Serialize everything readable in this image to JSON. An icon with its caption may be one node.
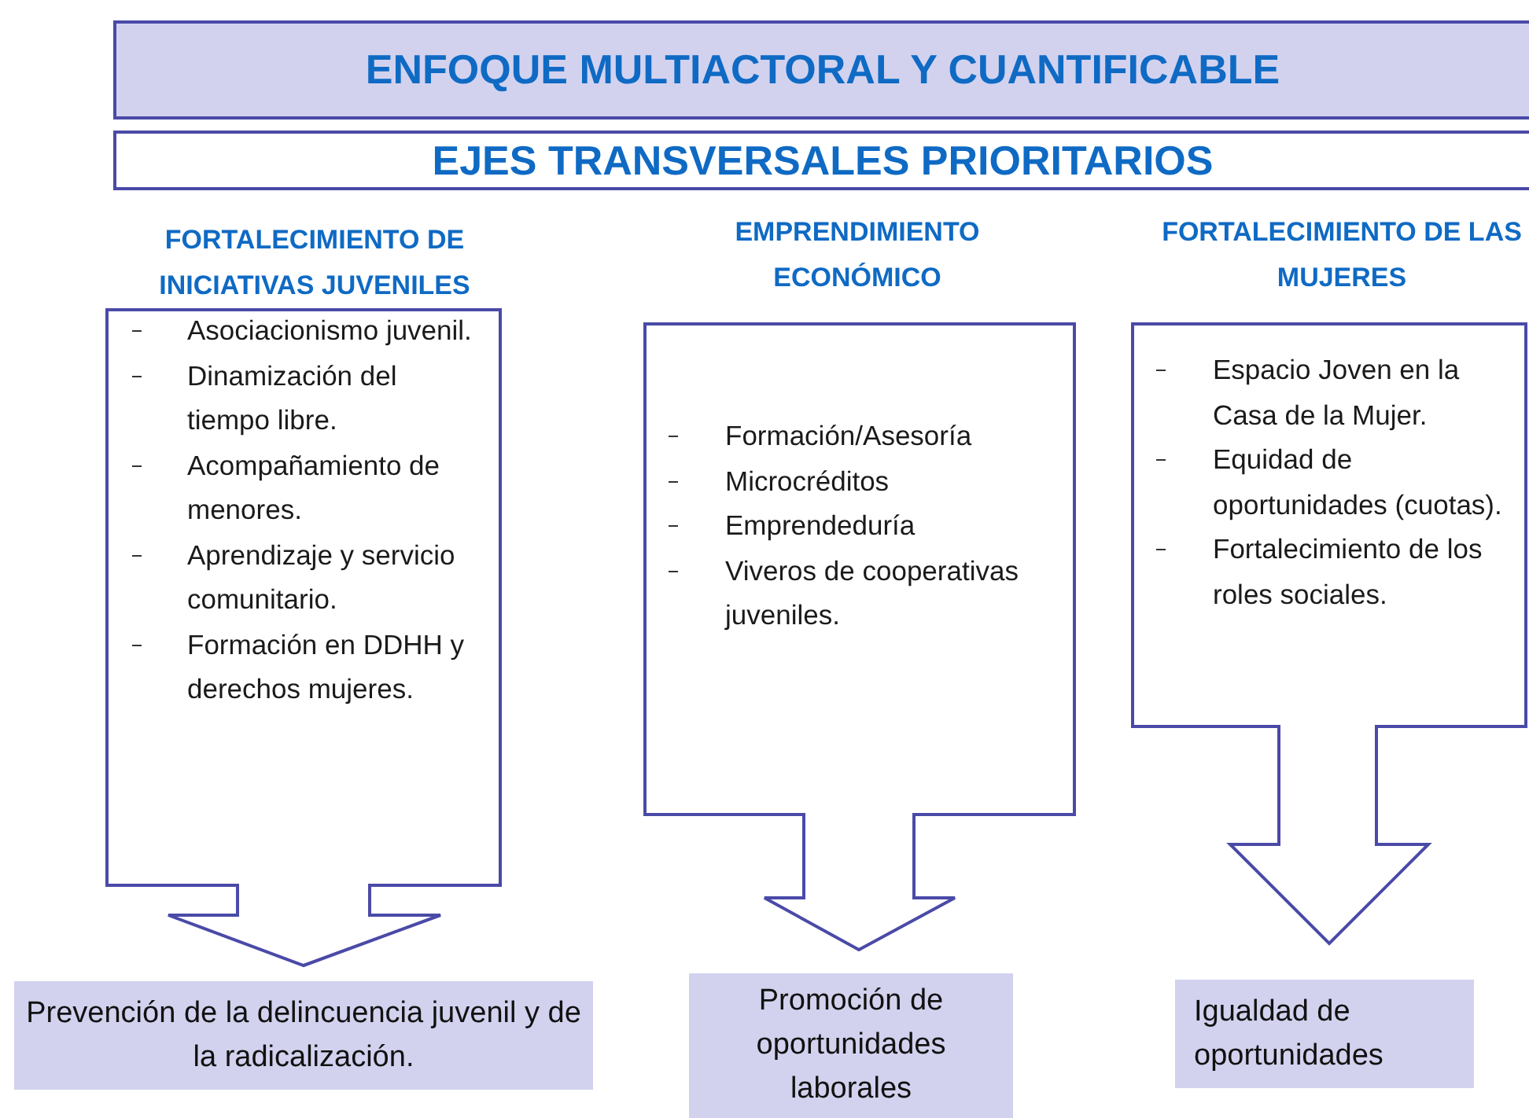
{
  "diagram": {
    "nodes": [
      {
        "text": [
          "ENFOQUE MULTIACTORAL Y CUANTIFICABLE"
        ]
      },
      {
        "text": [
          "EJES TRANSVERSALES PRIORITARIOS"
        ]
      },
      {
        "text": [
          "FORTALECIMIENTO DE INICIATIVAS JUVENILES",
          "Asociacionismo juvenil.",
          "Dinamización del tiempo libre.",
          "Acompañamiento de menores.",
          "Aprendizaje y servicio comunitario.",
          "Formación en DDHH y derechos mujeres."
        ]
      },
      {
        "text": [
          "EMPRENDIMIENTO ECONÓMICO",
          "Formación/Asesoría",
          "Microcréditos",
          "Emprendeduría",
          "Viveros de cooperativas juveniles."
        ]
      },
      {
        "text": [
          "FORTALECIMIENTO DE LAS MUJERES",
          "Espacio Joven en la Casa de la Mujer.",
          "Equidad de oportunidades (cuotas).",
          "Fortalecimiento de los roles sociales."
        ]
      },
      {
        "text": [
          "Prevención de la delincuencia juvenil y de la radicalización."
        ]
      },
      {
        "text": [
          "Promoción de oportunidades laborales"
        ]
      },
      {
        "text": [
          "Igualdad de oportunidades"
        ]
      }
    ]
  }
}
